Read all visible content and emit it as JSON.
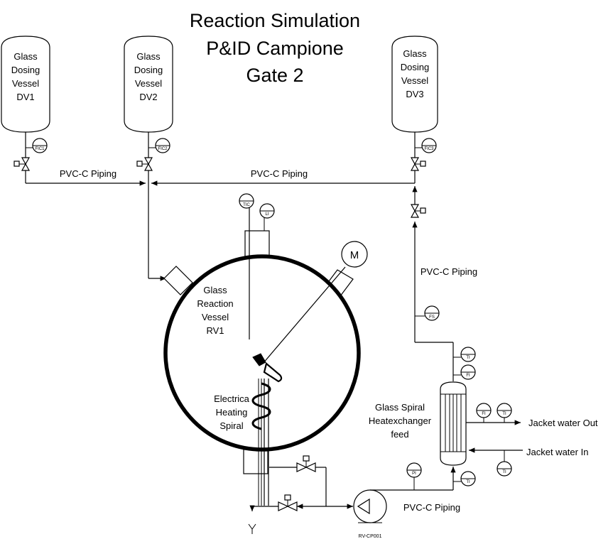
{
  "title": {
    "line1": "Reaction Simulation",
    "line2": "P&ID Campione",
    "line3": "Gate 2"
  },
  "dosing_vessels": [
    {
      "lines": [
        "Glass",
        "Dosing",
        "Vessel",
        "DV1"
      ],
      "instrument": "FIC1"
    },
    {
      "lines": [
        "Glass",
        "Dosing",
        "Vessel",
        "DV2"
      ],
      "instrument": "FIC2"
    },
    {
      "lines": [
        "Glass",
        "Dosing",
        "Vessel",
        "DV3"
      ],
      "instrument": "FIC3"
    }
  ],
  "piping_labels": {
    "left": "PVC-C Piping",
    "right": "PVC-C Piping",
    "vertical": "PVC-C Piping",
    "bottom": "PVC-C Piping"
  },
  "reaction_vessel": {
    "lines": [
      "Glass",
      "Reaction",
      "Vessel",
      "RV1"
    ],
    "motor": "M",
    "temp_instrument": "TIC",
    "level_instrument": "LI"
  },
  "heating_spiral": {
    "lines": [
      "Electrica",
      "Heating",
      "Spiral"
    ]
  },
  "heat_exchanger": {
    "lines": [
      "Glass Spiral",
      "Heatexchanger",
      "feed"
    ],
    "jacket_out": "Jacket water Out",
    "jacket_in": "Jacket water In"
  },
  "instruments": {
    "fs": "FS",
    "ti_top": "TI",
    "fi_top": "FI",
    "fi_side": "FI",
    "ti_side": "TI",
    "ti_in": "TI",
    "ti_bottom": "TI",
    "pi": "PI"
  },
  "pump": {
    "tag": "RV-CP001"
  }
}
